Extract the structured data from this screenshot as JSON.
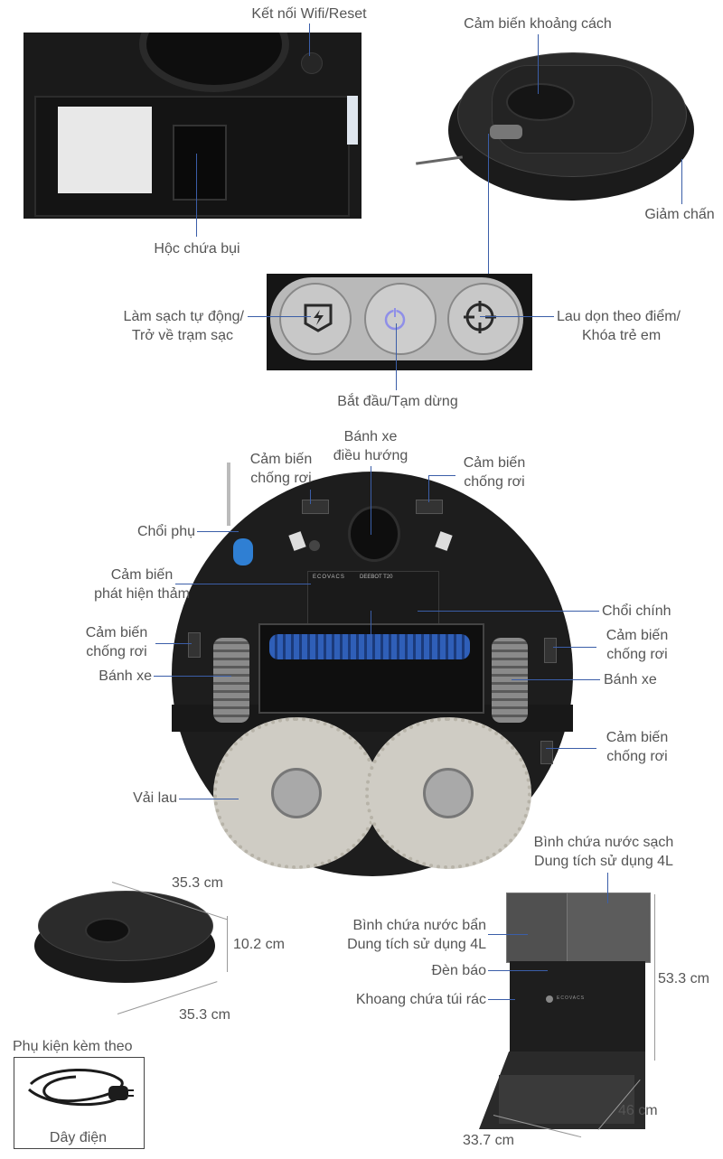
{
  "top": {
    "wifi_reset": "Kết nối Wifi/Reset",
    "dust_box": "Hộc chứa bụi",
    "distance_sensor": "Cảm biến khoảng cách",
    "bumper": "Giảm chấn",
    "auto_clean": [
      "Làm sạch tự động/",
      "Trở về trạm sạc"
    ],
    "spot_clean": [
      "Lau dọn theo điểm/",
      "Khóa trẻ em"
    ],
    "start_pause": "Bắt đầu/Tạm dừng"
  },
  "bottom": {
    "drop_sensor": [
      "Cảm biến",
      "chống rơi"
    ],
    "nav_wheel": [
      "Bánh xe",
      "điều hướng"
    ],
    "side_brush": "Chổi phụ",
    "carpet_sensor": [
      "Cảm biến",
      "phát hiện thảm"
    ],
    "main_brush": "Chổi chính",
    "wheel": "Bánh xe",
    "mop": "Vải lau",
    "device_brand": "ECOVACS",
    "device_model": "DEEBOT T20"
  },
  "dimensions": {
    "robot_width": "35.3 cm",
    "robot_height": "10.2 cm",
    "robot_depth": "35.3 cm",
    "station_height": "53.3 cm",
    "station_depth": "46 cm",
    "station_width": "33.7 cm"
  },
  "station": {
    "clean_tank": [
      "Bình chứa nước sạch",
      "Dung tích sử dụng 4L"
    ],
    "dirty_tank": [
      "Bình chứa nước bẩn",
      "Dung tích sử dụng 4L"
    ],
    "indicator": "Đèn báo",
    "bag_bay": "Khoang chứa túi rác",
    "station_brand": "ECOVACS"
  },
  "accessories": {
    "title": "Phụ kiện kèm theo",
    "power_cord": "Dây điện"
  }
}
